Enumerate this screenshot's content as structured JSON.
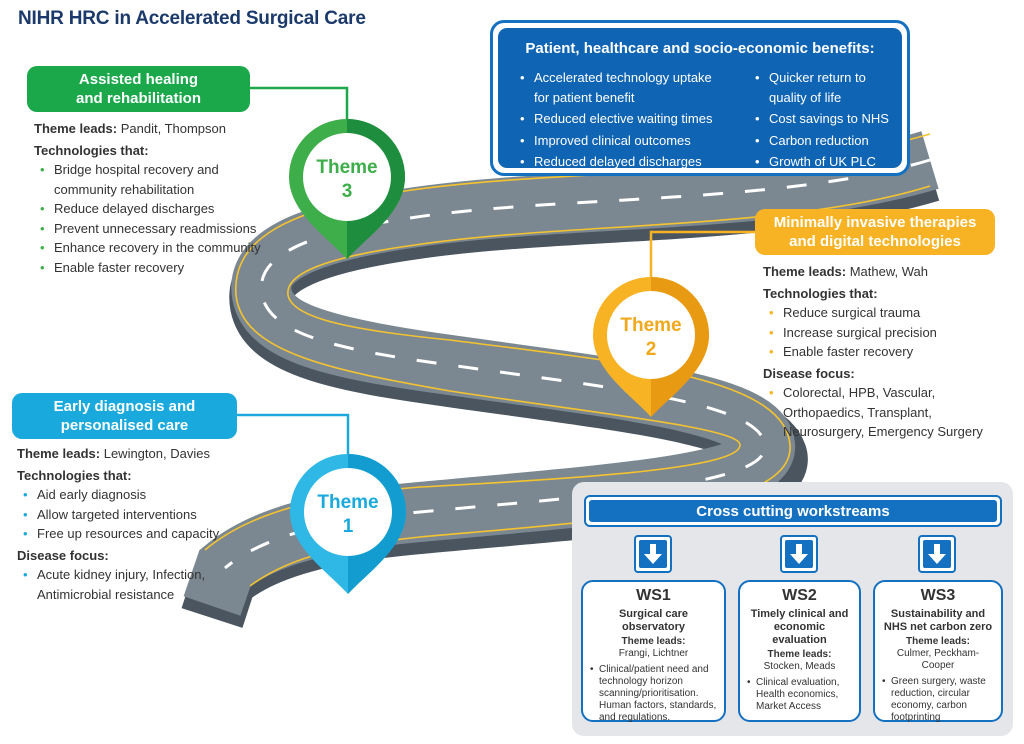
{
  "title": "NIHR HRC in Accelerated Surgical Care",
  "colors": {
    "green": "#1aa84a",
    "blue": "#1aa9dd",
    "yellow": "#f7b324",
    "navy": "#1470c0",
    "road": "#7b8891"
  },
  "benefits": {
    "title": "Patient, healthcare and socio-economic benefits:",
    "left": [
      "Accelerated technology uptake for patient benefit",
      "Reduced elective waiting times",
      "Improved clinical outcomes",
      "Reduced delayed discharges"
    ],
    "right": [
      "Quicker return to quality of life",
      "Cost savings to NHS",
      "Carbon reduction",
      "Growth of UK PLC"
    ]
  },
  "theme3": {
    "title": "Assisted healing and rehabilitation",
    "leads_label": "Theme leads:",
    "leads": "Pandit, Thompson",
    "tech_label": "Technologies that:",
    "tech": [
      "Bridge hospital recovery and community rehabilitation",
      "Reduce delayed discharges",
      "Prevent unnecessary readmissions",
      "Enhance recovery in the community",
      "Enable faster recovery"
    ],
    "pin_word": "Theme",
    "pin_num": "3"
  },
  "theme2": {
    "title": "Minimally invasive therapies and digital technologies",
    "leads_label": "Theme leads:",
    "leads": "Mathew, Wah",
    "tech_label": "Technologies that:",
    "tech": [
      "Reduce surgical trauma",
      "Increase surgical precision",
      "Enable faster recovery"
    ],
    "disease_label": "Disease focus:",
    "disease": [
      "Colorectal, HPB, Vascular, Orthopaedics, Transplant, Neurosurgery, Emergency Surgery"
    ],
    "pin_word": "Theme",
    "pin_num": "2"
  },
  "theme1": {
    "title": "Early diagnosis and personalised care",
    "leads_label": "Theme leads:",
    "leads": "Lewington, Davies",
    "tech_label": "Technologies that:",
    "tech": [
      "Aid early diagnosis",
      "Allow targeted interventions",
      "Free up resources and capacity"
    ],
    "disease_label": "Disease focus:",
    "disease": [
      "Acute kidney injury, Infection, Antimicrobial resistance"
    ],
    "pin_word": "Theme",
    "pin_num": "1"
  },
  "cross": {
    "title": "Cross cutting workstreams",
    "ws": [
      {
        "id": "WS1",
        "name": "Surgical care observatory",
        "leads_label": "Theme leads:",
        "leads": "Frangi, Lichtner",
        "bullet": "Clinical/patient need and technology horizon scanning/prioritisation. Human factors, standards, and regulations."
      },
      {
        "id": "WS2",
        "name": "Timely clinical and economic evaluation",
        "leads_label": "Theme leads:",
        "leads": "Stocken, Meads",
        "bullet": "Clinical evaluation, Health economics, Market Access"
      },
      {
        "id": "WS3",
        "name": "Sustainability and NHS net carbon zero",
        "leads_label": "Theme leads:",
        "leads": "Culmer, Peckham-Cooper",
        "bullet": "Green surgery, waste reduction, circular economy, carbon footprinting"
      }
    ]
  }
}
